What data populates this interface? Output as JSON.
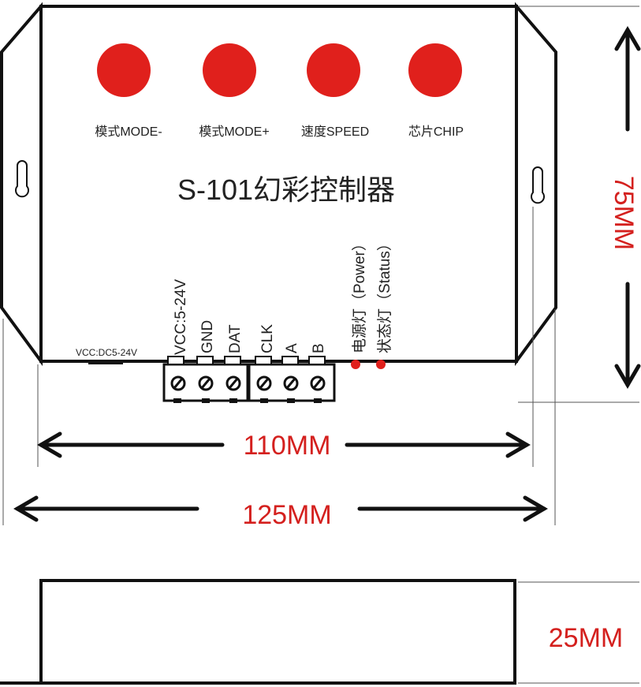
{
  "title": "S-101幻彩控制器",
  "buttons": [
    {
      "label": "模式MODE-",
      "color": "#e0201c"
    },
    {
      "label": "模式MODE+",
      "color": "#e0201c"
    },
    {
      "label": "速度SPEED",
      "color": "#e0201c"
    },
    {
      "label": "芯片CHIP",
      "color": "#e0201c"
    }
  ],
  "terminals": [
    "VCC:5-24V",
    "GND",
    "DAT",
    "CLK",
    "A",
    "B"
  ],
  "indicators": {
    "power": "电源灯（Power）",
    "status": "状态灯（Status）",
    "color": "#e0201c"
  },
  "dc_input_label": "VCC:DC5-24V",
  "dimensions": {
    "height": "75MM",
    "inner_width": "110MM",
    "outer_width": "125MM",
    "thickness": "25MM",
    "color": "#d4201e"
  }
}
